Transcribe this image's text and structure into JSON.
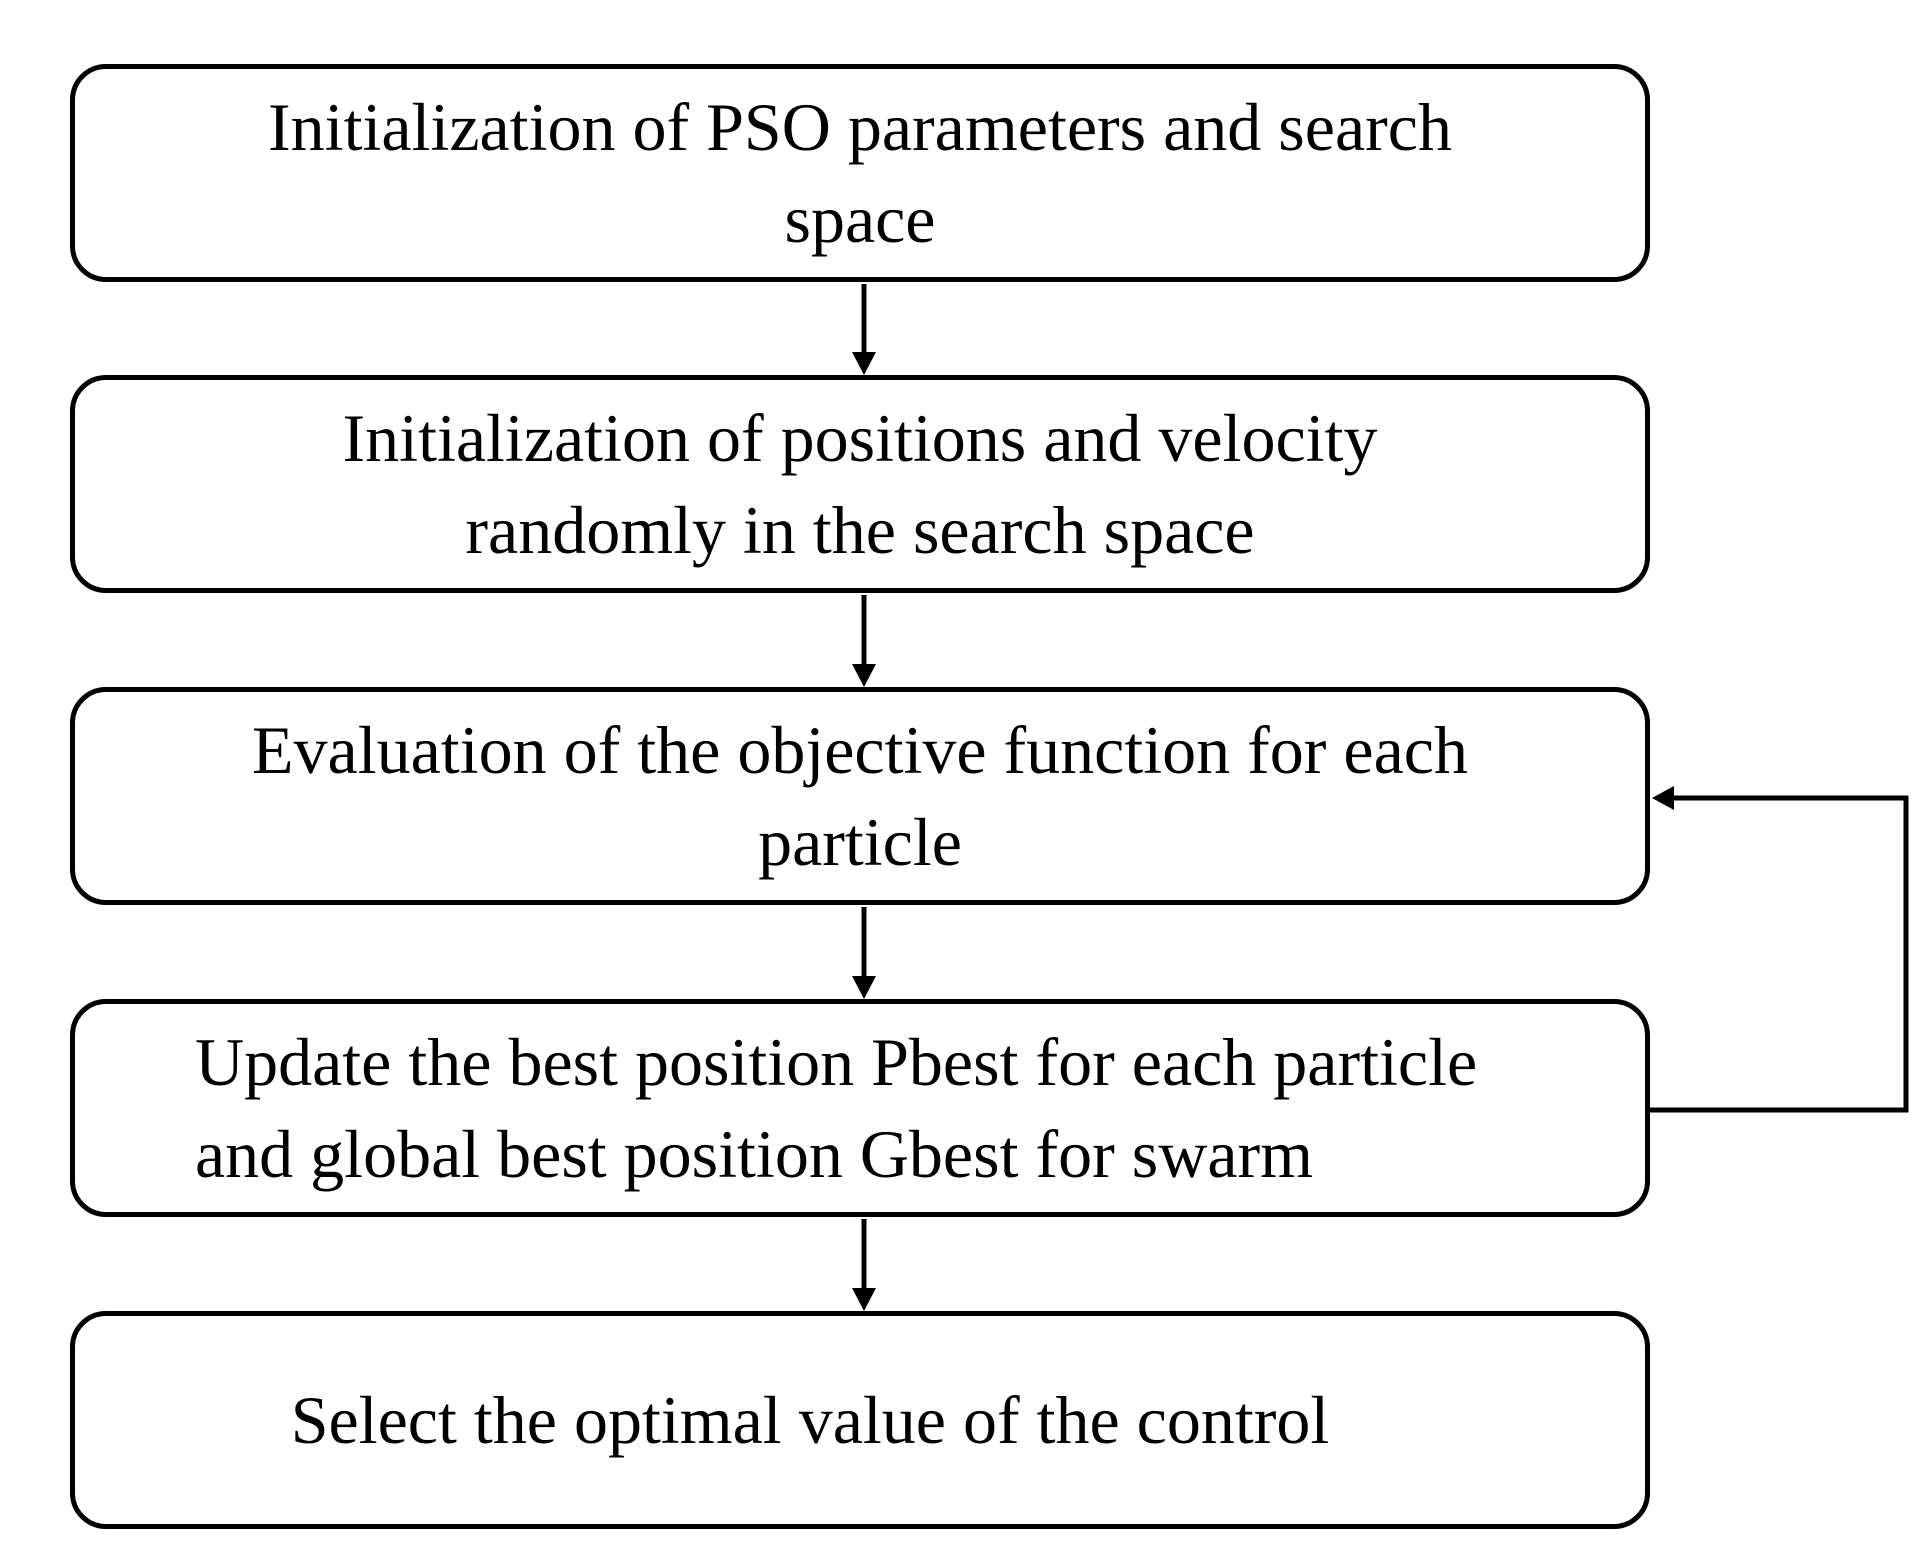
{
  "diagram": {
    "steps": [
      {
        "id": "init-params",
        "label": "Initialization of PSO parameters and search space"
      },
      {
        "id": "init-positions",
        "label": "Initialization of positions and velocity randomly in the search space"
      },
      {
        "id": "evaluate",
        "label": "Evaluation of the objective function for each particle"
      },
      {
        "id": "update-best",
        "label": "Update the best position Pbest for each particle and global best position Gbest for swarm"
      },
      {
        "id": "select-optimal",
        "label": "Select the optimal value of the control"
      }
    ],
    "edges": [
      {
        "from": "init-params",
        "to": "init-positions"
      },
      {
        "from": "init-positions",
        "to": "evaluate"
      },
      {
        "from": "evaluate",
        "to": "update-best"
      },
      {
        "from": "update-best",
        "to": "select-optimal"
      },
      {
        "from": "update-best",
        "to": "evaluate",
        "kind": "loop"
      }
    ],
    "colors": {
      "stroke": "#000000",
      "background": "#ffffff"
    }
  }
}
